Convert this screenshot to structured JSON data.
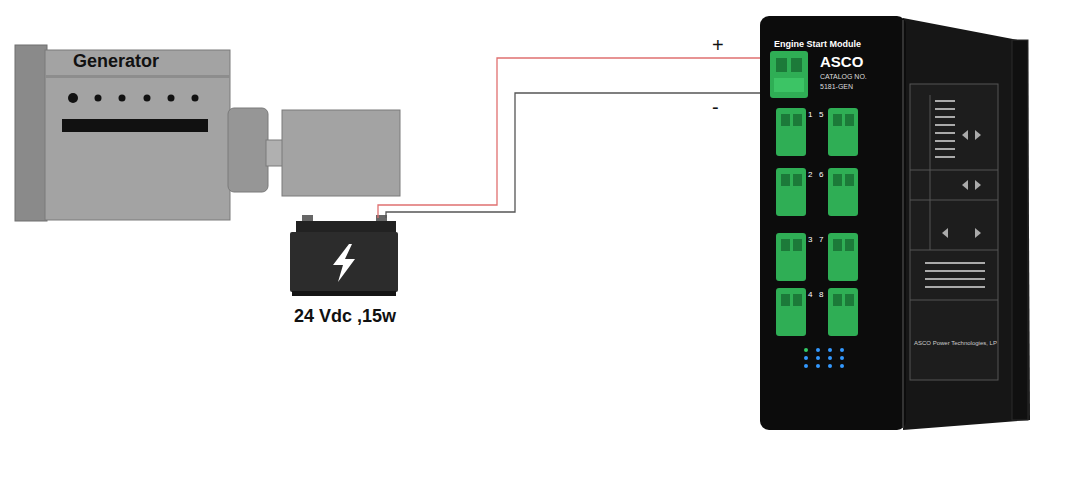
{
  "diagram": {
    "nodes": [
      {
        "text": [
          "Generator"
        ]
      },
      {
        "text": [
          "24 Vdc ,15w"
        ]
      },
      {
        "text": [
          "Engine Start Module",
          "ASCO",
          "CATALOG NO.",
          "5181-GEN"
        ]
      }
    ],
    "edges": [
      {
        "from": 1,
        "to": 2,
        "arrow": "none",
        "label": "+"
      },
      {
        "from": 1,
        "to": 2,
        "arrow": "none",
        "label": "-"
      }
    ],
    "labels": [
      "1",
      "2",
      "3",
      "4",
      "5",
      "6",
      "7",
      "8",
      "ASCO Power Technologies, LP"
    ]
  }
}
